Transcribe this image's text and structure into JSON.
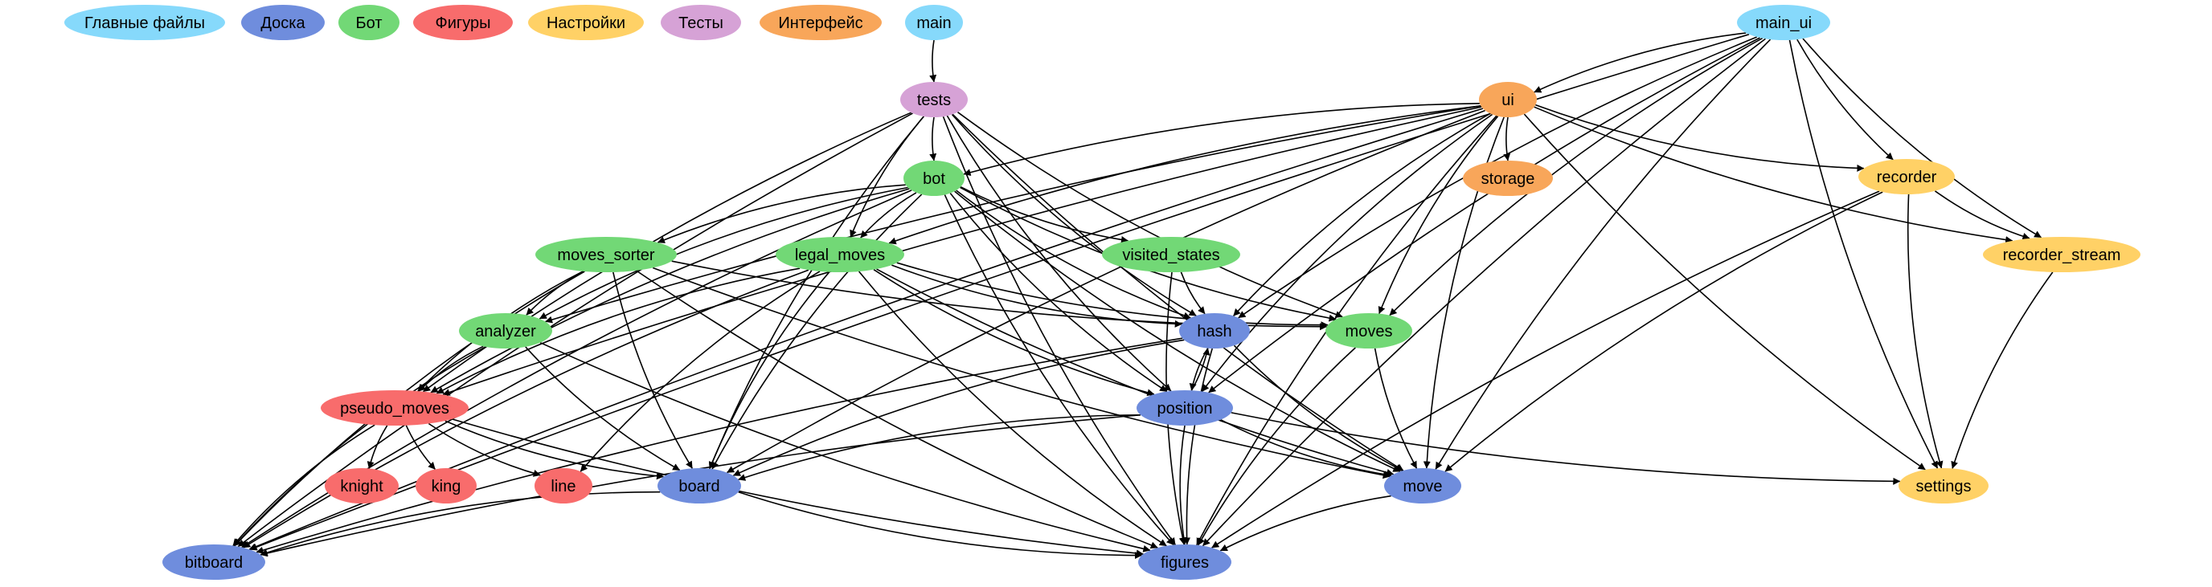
{
  "colors": {
    "main": "#86d9fb",
    "board": "#6f8ddd",
    "bot": "#72d876",
    "figures": "#f86c6c",
    "settings": "#ffd166",
    "tests": "#d6a2d6",
    "ui": "#f8a65a",
    "edge": "#000000"
  },
  "legend": [
    {
      "id": "legend-main-files",
      "label": "Главные файлы",
      "group": "main"
    },
    {
      "id": "legend-board",
      "label": "Доска",
      "group": "board"
    },
    {
      "id": "legend-bot",
      "label": "Бот",
      "group": "bot"
    },
    {
      "id": "legend-figures",
      "label": "Фигуры",
      "group": "figures"
    },
    {
      "id": "legend-settings",
      "label": "Настройки",
      "group": "settings"
    },
    {
      "id": "legend-tests",
      "label": "Тесты",
      "group": "tests"
    },
    {
      "id": "legend-interface",
      "label": "Интерфейс",
      "group": "ui"
    },
    {
      "id": "legend-main",
      "label": "main",
      "group": "main"
    }
  ],
  "nodes": [
    {
      "id": "main_ui",
      "label": "main_ui",
      "group": "main"
    },
    {
      "id": "tests",
      "label": "tests",
      "group": "tests"
    },
    {
      "id": "ui",
      "label": "ui",
      "group": "ui"
    },
    {
      "id": "bot",
      "label": "bot",
      "group": "bot"
    },
    {
      "id": "storage",
      "label": "storage",
      "group": "ui"
    },
    {
      "id": "recorder",
      "label": "recorder",
      "group": "settings"
    },
    {
      "id": "recorder_stream",
      "label": "recorder_stream",
      "group": "settings"
    },
    {
      "id": "moves_sorter",
      "label": "moves_sorter",
      "group": "bot"
    },
    {
      "id": "legal_moves",
      "label": "legal_moves",
      "group": "bot"
    },
    {
      "id": "visited_states",
      "label": "visited_states",
      "group": "bot"
    },
    {
      "id": "analyzer",
      "label": "analyzer",
      "group": "bot"
    },
    {
      "id": "hash",
      "label": "hash",
      "group": "board"
    },
    {
      "id": "moves",
      "label": "moves",
      "group": "bot"
    },
    {
      "id": "pseudo_moves",
      "label": "pseudo_moves",
      "group": "figures"
    },
    {
      "id": "position",
      "label": "position",
      "group": "board"
    },
    {
      "id": "knight",
      "label": "knight",
      "group": "figures"
    },
    {
      "id": "king",
      "label": "king",
      "group": "figures"
    },
    {
      "id": "line",
      "label": "line",
      "group": "figures"
    },
    {
      "id": "board",
      "label": "board",
      "group": "board"
    },
    {
      "id": "move",
      "label": "move",
      "group": "board"
    },
    {
      "id": "settings",
      "label": "settings",
      "group": "settings"
    },
    {
      "id": "bitboard",
      "label": "bitboard",
      "group": "board"
    },
    {
      "id": "figures",
      "label": "figures",
      "group": "board"
    }
  ],
  "edges": [
    [
      "main",
      "tests"
    ],
    [
      "main_ui",
      "ui"
    ],
    [
      "main_ui",
      "recorder"
    ],
    [
      "main_ui",
      "recorder_stream"
    ],
    [
      "main_ui",
      "hash"
    ],
    [
      "main_ui",
      "moves"
    ],
    [
      "main_ui",
      "position"
    ],
    [
      "main_ui",
      "move"
    ],
    [
      "main_ui",
      "settings"
    ],
    [
      "main_ui",
      "bitboard"
    ],
    [
      "main_ui",
      "figures"
    ],
    [
      "tests",
      "bot"
    ],
    [
      "tests",
      "legal_moves"
    ],
    [
      "tests",
      "hash"
    ],
    [
      "tests",
      "moves"
    ],
    [
      "tests",
      "position"
    ],
    [
      "tests",
      "pseudo_moves"
    ],
    [
      "tests",
      "board"
    ],
    [
      "tests",
      "move"
    ],
    [
      "tests",
      "bitboard"
    ],
    [
      "tests",
      "figures"
    ],
    [
      "ui",
      "bot"
    ],
    [
      "ui",
      "storage"
    ],
    [
      "ui",
      "recorder"
    ],
    [
      "ui",
      "recorder_stream"
    ],
    [
      "ui",
      "legal_moves"
    ],
    [
      "ui",
      "analyzer"
    ],
    [
      "ui",
      "hash"
    ],
    [
      "ui",
      "moves"
    ],
    [
      "ui",
      "pseudo_moves"
    ],
    [
      "ui",
      "position"
    ],
    [
      "ui",
      "board"
    ],
    [
      "ui",
      "move"
    ],
    [
      "ui",
      "settings"
    ],
    [
      "ui",
      "bitboard"
    ],
    [
      "ui",
      "figures"
    ],
    [
      "bot",
      "moves_sorter"
    ],
    [
      "bot",
      "legal_moves"
    ],
    [
      "bot",
      "visited_states"
    ],
    [
      "bot",
      "analyzer"
    ],
    [
      "bot",
      "hash"
    ],
    [
      "bot",
      "moves"
    ],
    [
      "bot",
      "pseudo_moves"
    ],
    [
      "bot",
      "position"
    ],
    [
      "bot",
      "board"
    ],
    [
      "bot",
      "move"
    ],
    [
      "bot",
      "bitboard"
    ],
    [
      "bot",
      "figures"
    ],
    [
      "recorder",
      "recorder_stream"
    ],
    [
      "recorder",
      "settings"
    ],
    [
      "recorder",
      "move"
    ],
    [
      "recorder",
      "figures"
    ],
    [
      "recorder_stream",
      "settings"
    ],
    [
      "moves_sorter",
      "analyzer"
    ],
    [
      "moves_sorter",
      "moves"
    ],
    [
      "moves_sorter",
      "pseudo_moves"
    ],
    [
      "moves_sorter",
      "board"
    ],
    [
      "moves_sorter",
      "move"
    ],
    [
      "moves_sorter",
      "bitboard"
    ],
    [
      "moves_sorter",
      "figures"
    ],
    [
      "legal_moves",
      "hash"
    ],
    [
      "legal_moves",
      "moves"
    ],
    [
      "legal_moves",
      "pseudo_moves"
    ],
    [
      "legal_moves",
      "position"
    ],
    [
      "legal_moves",
      "board"
    ],
    [
      "legal_moves",
      "move"
    ],
    [
      "legal_moves",
      "line"
    ],
    [
      "legal_moves",
      "bitboard"
    ],
    [
      "legal_moves",
      "figures"
    ],
    [
      "visited_states",
      "hash"
    ],
    [
      "visited_states",
      "figures"
    ],
    [
      "analyzer",
      "pseudo_moves"
    ],
    [
      "analyzer",
      "board"
    ],
    [
      "analyzer",
      "bitboard"
    ],
    [
      "analyzer",
      "figures"
    ],
    [
      "hash",
      "position"
    ],
    [
      "hash",
      "board"
    ],
    [
      "hash",
      "move"
    ],
    [
      "hash",
      "bitboard"
    ],
    [
      "hash",
      "figures"
    ],
    [
      "moves",
      "move"
    ],
    [
      "moves",
      "figures"
    ],
    [
      "pseudo_moves",
      "knight"
    ],
    [
      "pseudo_moves",
      "king"
    ],
    [
      "pseudo_moves",
      "line"
    ],
    [
      "pseudo_moves",
      "board"
    ],
    [
      "pseudo_moves",
      "bitboard"
    ],
    [
      "pseudo_moves",
      "figures"
    ],
    [
      "position",
      "hash"
    ],
    [
      "position",
      "board"
    ],
    [
      "position",
      "move"
    ],
    [
      "position",
      "settings"
    ],
    [
      "position",
      "bitboard"
    ],
    [
      "position",
      "figures"
    ],
    [
      "board",
      "bitboard"
    ],
    [
      "board",
      "figures"
    ],
    [
      "move",
      "figures"
    ]
  ]
}
